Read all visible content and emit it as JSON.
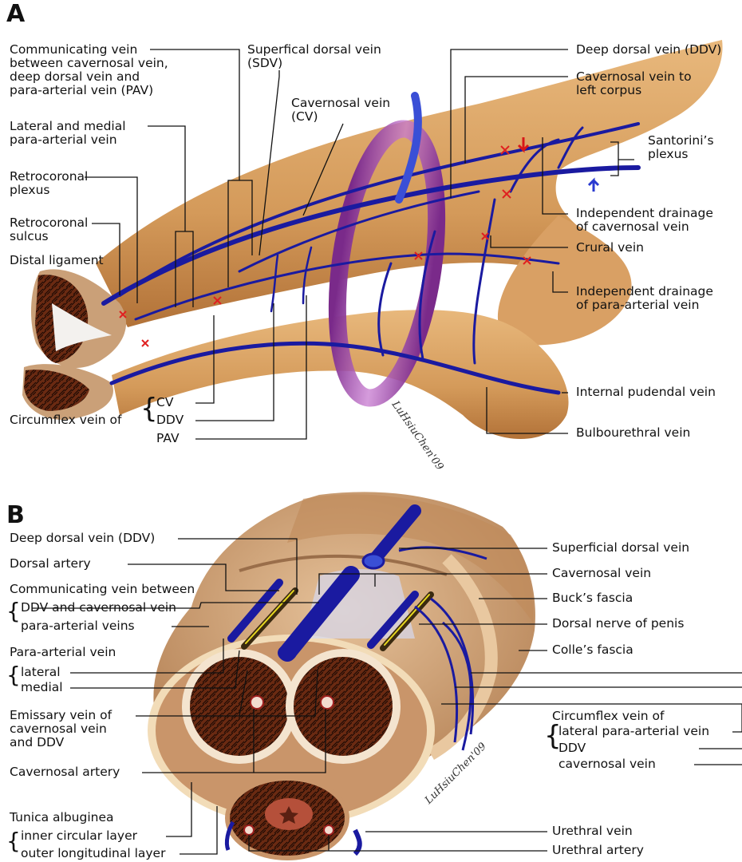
{
  "panel_a": {
    "letter": "A",
    "labels": {
      "communicating_vein": [
        "Communicating vein",
        "between cavernosal vein,",
        "deep dorsal vein and",
        "para-arterial vein (PAV)"
      ],
      "lateral_medial_pav": [
        "Lateral and medial",
        "para-arterial vein"
      ],
      "retrocoronal_plexus": [
        "Retrocoronal",
        "plexus"
      ],
      "retrocoronal_sulcus": [
        "Retrocoronal",
        "sulcus"
      ],
      "distal_ligament": "Distal ligament",
      "superficial_dorsal_vein": [
        "Superfical dorsal vein",
        "(SDV)"
      ],
      "cavernosal_vein": [
        "Cavernosal vein",
        "(CV)"
      ],
      "deep_dorsal_vein": "Deep dorsal vein (DDV)",
      "cavernosal_vein_left": [
        "Cavernosal vein to",
        "left corpus"
      ],
      "santorini": [
        "Santorini’s",
        "plexus"
      ],
      "independent_drainage_cv": [
        "Independent drainage",
        "of cavernosal vein"
      ],
      "crural_vein": "Crural vein",
      "independent_drainage_pav": [
        "Independent drainage",
        "of para-arterial vein"
      ],
      "internal_pudendal_vein": "Internal pudendal vein",
      "bulbourethral_vein": "Bulbourethral vein",
      "circumflex_vein_of": "Circumflex vein of",
      "circumflex_items": [
        "CV",
        "DDV",
        "PAV"
      ]
    },
    "signature": "LuHsiuChen'09"
  },
  "panel_b": {
    "letter": "B",
    "labels": {
      "deep_dorsal_vein": "Deep dorsal vein (DDV)",
      "dorsal_artery": "Dorsal artery",
      "communicating_between": "Communicating vein between",
      "comm_items": [
        "DDV and cavernosal vein",
        "para-arterial veins"
      ],
      "para_arterial_vein": "Para-arterial vein",
      "pav_items": [
        "lateral",
        "medial"
      ],
      "emissary": [
        "Emissary vein of",
        "cavernosal vein",
        "and DDV"
      ],
      "cavernosal_artery": "Cavernosal artery",
      "tunica": "Tunica albuginea",
      "tunica_items": [
        "inner circular layer",
        "outer longitudinal layer"
      ],
      "superficial_dorsal_vein": "Superficial dorsal vein",
      "cavernosal_vein": "Cavernosal vein",
      "bucks_fascia": "Buck’s fascia",
      "dorsal_nerve": "Dorsal nerve of penis",
      "colles_fascia": "Colle’s fascia",
      "circumflex_vein_of": "Circumflex vein of",
      "circumflex_items": [
        "lateral para-arterial vein",
        "DDV",
        "cavernosal vein"
      ],
      "urethral_vein": "Urethral vein",
      "urethral_artery": "Urethral artery"
    },
    "signature": "LuHsiuChen'09"
  },
  "colors": {
    "vein": "#1a1aa0",
    "vein_light": "#3a4fd6",
    "tissue": "#d9a46a",
    "tissue_dark": "#a8703a",
    "erectile": "#5a2410",
    "ring": "#9b3fa8",
    "marker": "#e02020"
  }
}
